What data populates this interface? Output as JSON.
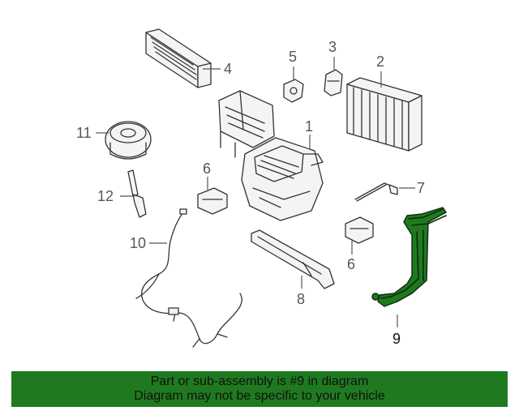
{
  "callouts": {
    "c1": "1",
    "c2": "2",
    "c3": "3",
    "c4": "4",
    "c5": "5",
    "c6a": "6",
    "c6b": "6",
    "c7": "7",
    "c8": "8",
    "c9": "9",
    "c10": "10",
    "c11": "11",
    "c12": "12"
  },
  "highlight": {
    "part_number": "9",
    "color": "#1f7a1f"
  },
  "banner": {
    "line1": "Part or sub-assembly is #9 in diagram",
    "line2": "Diagram may not be specific to your vehicle",
    "color": "#1f7a1f"
  }
}
